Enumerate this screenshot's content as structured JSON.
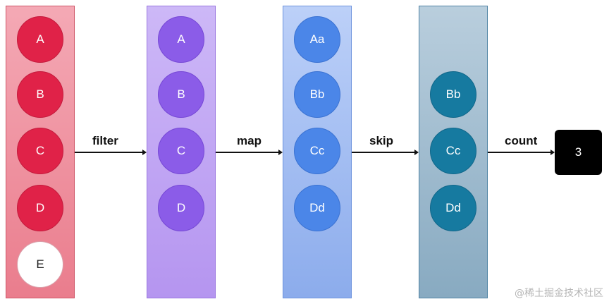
{
  "columns": [
    {
      "items": [
        "A",
        "B",
        "C",
        "D",
        "E"
      ]
    },
    {
      "items": [
        "A",
        "B",
        "C",
        "D"
      ]
    },
    {
      "items": [
        "Aa",
        "Bb",
        "Cc",
        "Dd"
      ]
    },
    {
      "items": [
        "Bb",
        "Cc",
        "Dd"
      ]
    }
  ],
  "operations": {
    "filter": "filter",
    "map": "map",
    "skip": "skip",
    "count": "count"
  },
  "result": "3",
  "watermark": "@稀土掘金技术社区",
  "colors": {
    "source_ball": "#e02248",
    "filtered_out_ball": "#ffffff",
    "filter_ball": "#8b5ce8",
    "map_ball": "#4b86e8",
    "skip_ball": "#167aa0",
    "result_box": "#000000"
  }
}
